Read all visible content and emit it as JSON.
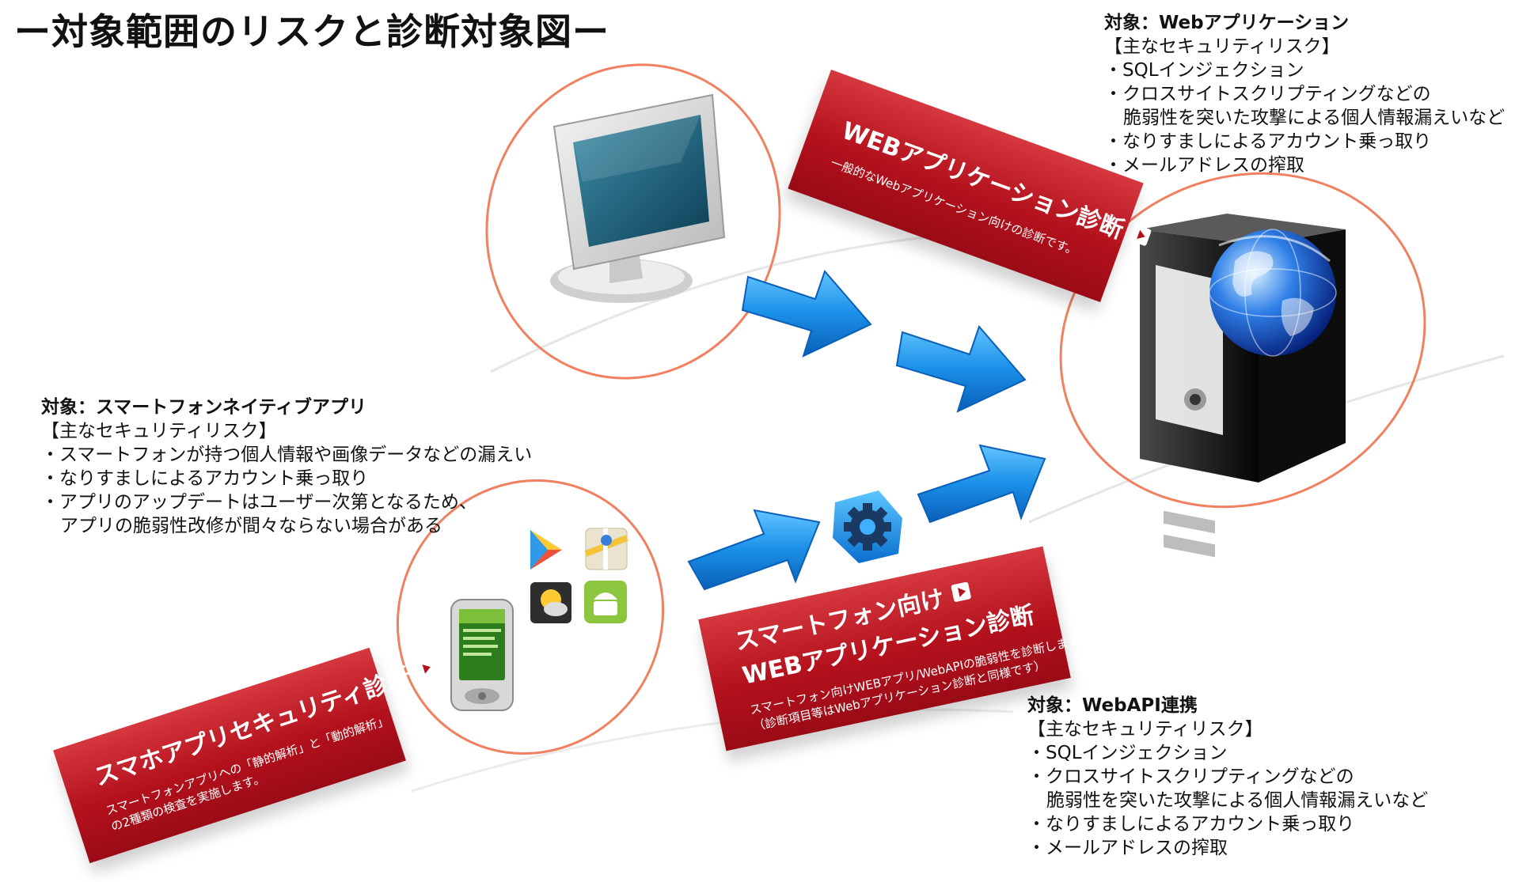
{
  "title": "ー対象範囲のリスクと診断対象図ー",
  "web_app_info": {
    "head": "対象：Webアプリケーション",
    "subhead": "【主なセキュリティリスク】",
    "items": [
      "SQLインジェクション",
      "クロスサイトスクリプティングなどの",
      "なりすましによるアカウント乗っ取り",
      "メールアドレスの搾取"
    ],
    "continuation": "脆弱性を突いた攻撃による個人情報漏えいなど"
  },
  "native_app_info": {
    "head": "対象：スマートフォンネイティブアプリ",
    "subhead": "【主なセキュリティリスク】",
    "items": [
      "スマートフォンが持つ個人情報や画像データなどの漏えい",
      "なりすましによるアカウント乗っ取り",
      "アプリのアップデートはユーザー次第となるため、"
    ],
    "continuation": "アプリの脆弱性改修が間々ならない場合がある"
  },
  "webapi_info": {
    "head": "対象：WebAPI連携",
    "subhead": "【主なセキュリティリスク】",
    "items": [
      "SQLインジェクション",
      "クロスサイトスクリプティングなどの",
      "なりすましによるアカウント乗っ取り",
      "メールアドレスの搾取"
    ],
    "continuation": "脆弱性を突いた攻撃による個人情報漏えいなど"
  },
  "banners": {
    "web": {
      "title": "WEBアプリケーション診断",
      "desc": "一般的なWebアプリケーション向けの診断です。"
    },
    "smartphone_web": {
      "title_line1": "スマートフォン向け",
      "title_line2": "WEBアプリケーション診断",
      "desc_line1": "スマートフォン向けWEBアプリ/WebAPIの脆弱性を診断します。",
      "desc_line2": "（診断項目等はWebアプリケーション診断と同様です）"
    },
    "app": {
      "title": "スマホアプリセキュリティ診断",
      "desc_line1": "スマートフォンアプリへの「静的解析」と「動的解析」",
      "desc_line2": "の2種類の検査を実施します。"
    }
  },
  "colors": {
    "banner_red": "#b3111c",
    "arrow_blue": "#1a8fe8",
    "ellipse_stroke": "#f08060"
  },
  "icons": [
    "monitor-icon",
    "server-icon",
    "globe-icon",
    "smartphone-icon",
    "gear-icon",
    "play-store-icon",
    "maps-icon",
    "weather-icon",
    "android-icon"
  ]
}
